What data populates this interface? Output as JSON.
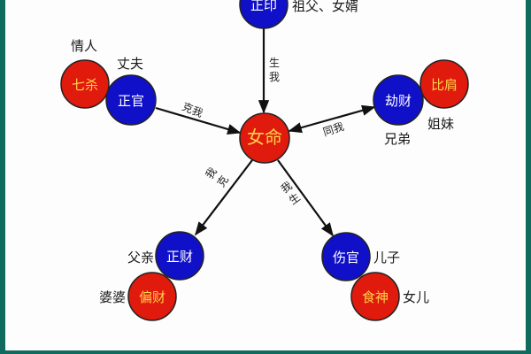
{
  "colors": {
    "yang": "#1010c8",
    "yin": "#e01a0c",
    "frame": "#0f6b5e",
    "node_text_red": "#ffd24a",
    "node_text_blue": "#ffffff"
  },
  "nodes": {
    "center": {
      "label": "女命",
      "color": "red"
    },
    "zhengyin": {
      "label": "正印",
      "color": "blue"
    },
    "qisha": {
      "label": "七杀",
      "color": "red"
    },
    "zhengguan": {
      "label": "正官",
      "color": "blue"
    },
    "jiecai": {
      "label": "劫财",
      "color": "blue"
    },
    "bijian": {
      "label": "比肩",
      "color": "red"
    },
    "zhengcai": {
      "label": "正财",
      "color": "blue"
    },
    "piancai": {
      "label": "偏财",
      "color": "red"
    },
    "shangguan": {
      "label": "伤官",
      "color": "blue"
    },
    "shishen": {
      "label": "食神",
      "color": "red"
    }
  },
  "relations": {
    "zhengyin": "祖父、女婿",
    "qisha": "情人",
    "zhengguan": "丈夫",
    "bijian": "姐妹",
    "jiecai": "兄弟",
    "zhengcai": "父亲",
    "piancai": "婆婆",
    "shangguan": "儿子",
    "shishen": "女儿"
  },
  "edges": {
    "sheng_wo": "生我",
    "ke_wo": "克我",
    "tong_wo": "同我",
    "wo_ke": "我克",
    "wo_sheng": "我生"
  }
}
